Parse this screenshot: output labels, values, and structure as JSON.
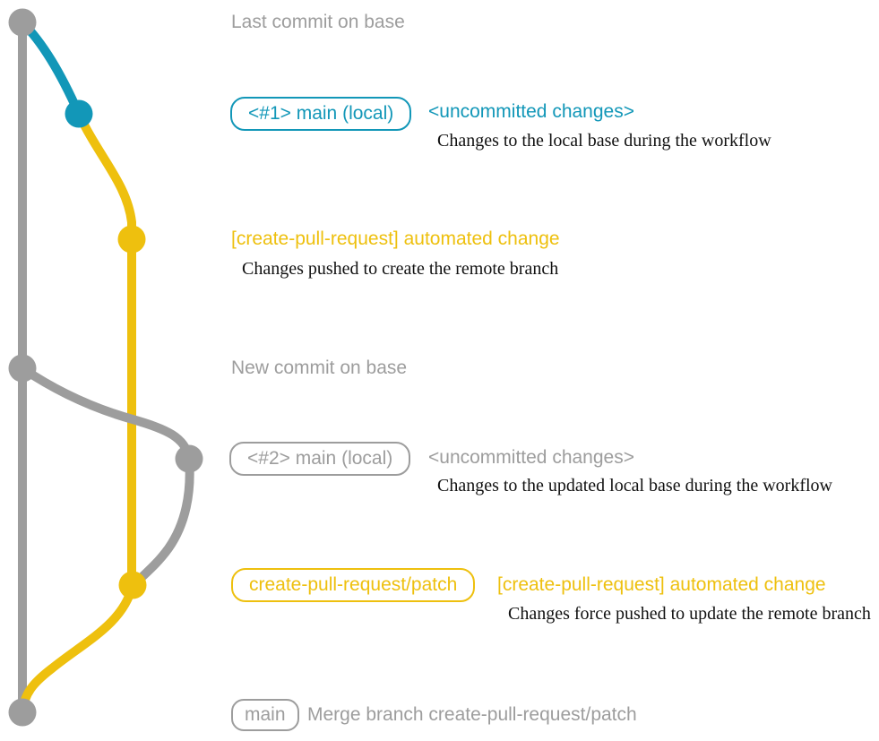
{
  "colors": {
    "background": "#ffffff",
    "base_branch": "#9d9d9d",
    "local_branch": "#1297b8",
    "patch_branch": "#eec00e",
    "caption_text": "#111111"
  },
  "headings": {
    "top": "Last commit on base",
    "middle": "New commit on base"
  },
  "commits": {
    "c1": {
      "badge": "<#1> main (local)",
      "message": "<uncommitted changes>",
      "caption": "Changes to the local base during the workflow"
    },
    "c2": {
      "message": "[create-pull-request] automated change",
      "caption": "Changes pushed to create the remote branch"
    },
    "c3": {
      "badge": "<#2> main (local)",
      "message": "<uncommitted changes>",
      "caption": "Changes to the updated local base during the workflow"
    },
    "c4": {
      "badge": "create-pull-request/patch",
      "message": "[create-pull-request] automated change",
      "caption": "Changes force pushed to update the remote branch"
    },
    "c5": {
      "badge": "main",
      "message": "Merge branch create-pull-request/patch"
    }
  }
}
